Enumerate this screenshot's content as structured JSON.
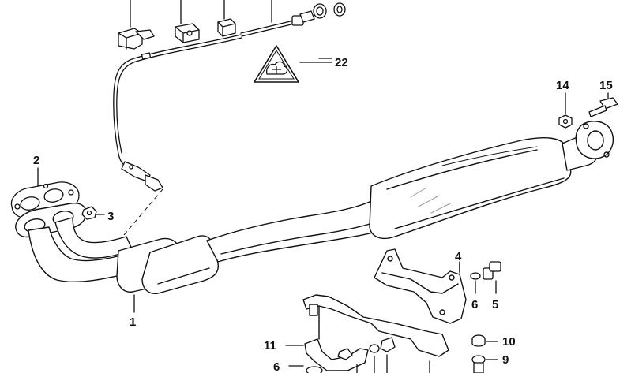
{
  "diagram": {
    "callouts": {
      "c1": "1",
      "c2": "2",
      "c3": "3",
      "c4": "4",
      "c5": "5",
      "c6a": "6",
      "c6b": "6",
      "c9": "9",
      "c10": "10",
      "c11": "11",
      "c14": "14",
      "c15": "15",
      "c22": "22"
    },
    "colors": {
      "ink": "#111111",
      "shade": "#9a9a9a",
      "background": "#ffffff"
    },
    "icons": [
      "warning-triangle-icon"
    ]
  }
}
